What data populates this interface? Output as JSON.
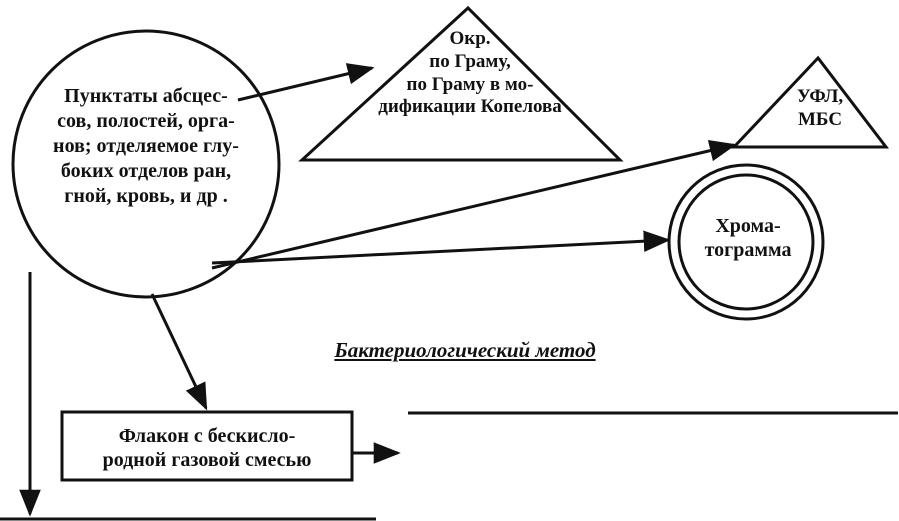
{
  "diagram": {
    "source_node": {
      "lines": [
        "Пунктаты абсцес-",
        "сов, полостей, орга-",
        "нов; отделяемое глу-",
        "боких отделов ран,",
        "гной, кровь, и др ."
      ]
    },
    "gram_stain_node": {
      "lines": [
        "Окр.",
        "по Граму,",
        "по Граму в мо-",
        "дификации Копелова"
      ]
    },
    "ufl_node": {
      "lines": [
        "УФЛ,",
        "МБС"
      ]
    },
    "chromatogram_node": {
      "lines": [
        "Хрома-",
        "тограмма"
      ]
    },
    "flask_node": {
      "lines": [
        "Флакон с бескисло-",
        "родной газовой смесью"
      ]
    },
    "method_title": "Бактериологический метод"
  }
}
